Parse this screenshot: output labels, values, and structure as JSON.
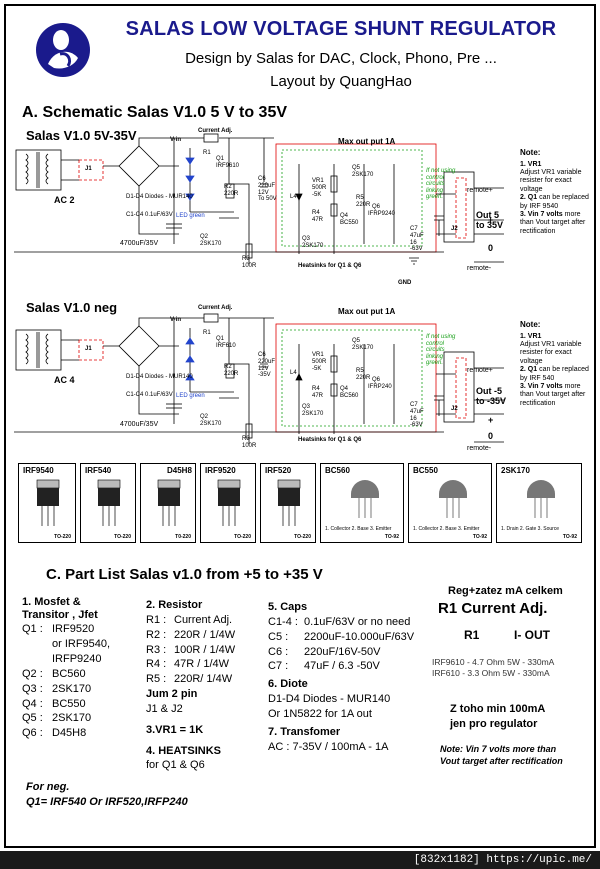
{
  "header": {
    "title": "SALAS LOW VOLTAGE SHUNT REGULATOR",
    "subtitle1": "Design by Salas for DAC, Clock, Phono, Pre ...",
    "subtitle2": "Layout by QuangHao"
  },
  "section_a": {
    "title": "A. Schematic Salas V1.0 5 V to 35V",
    "pos": {
      "name": "Salas V1.0 5V-35V",
      "ac": "AC 2",
      "max_out": "Max out put 1A",
      "q1": "IRF9610",
      "c6": "220uF\n12V\nTo 50V",
      "vr1": "500R\n-5K",
      "c7": "47uF\n16\n-63V",
      "q4": "BC550",
      "q6": "IFRP9240",
      "out": "Out 5\nto 35V",
      "remote_plus": "remote+",
      "remote_minus": "remote-",
      "zero": "0",
      "plus": "+",
      "cap_main": "4700uF/35V",
      "green_note": "If not using\ncontrol\ncircuits\nlinking\ngreen."
    },
    "neg": {
      "name": "Salas V1.0 neg",
      "ac": "AC 4",
      "max_out": "Max out put 1A",
      "q1": "IRF610",
      "c6": "220uF\n12V\n-35V",
      "vr1": "500R\n-5K",
      "c7": "47uF\n16\n-63V",
      "q4": "BC560",
      "q6": "IFRP240",
      "out": "Out -5\nto -35V",
      "remote_plus": "remote+",
      "remote_minus": "remote-",
      "zero": "0",
      "plus": "+",
      "cap_main": "4700uF/35V",
      "green_note": "If not using\ncontrol\ncircuits\nlinking\ngreen."
    },
    "common": {
      "vin": "V-in",
      "current_adj": "Current Adj.",
      "r1": "R1",
      "q1": "Q1",
      "r2": "R2",
      "r2v": "220R",
      "r3": "R3",
      "r3v": "100R",
      "r4": "R4",
      "r4v": "47R",
      "r5": "R5",
      "r5v": "220R",
      "q2": "Q2",
      "q2v": "2SK170",
      "q3": "Q3",
      "q3v": "2SK170",
      "q5": "Q5",
      "q5v": "2SK170",
      "q4": "Q4",
      "q6": "Q6",
      "l4": "L4",
      "vr1": "VR1",
      "c6": "C6",
      "c7": "C7",
      "j1": "J1",
      "j2": "J2",
      "led": "LED green",
      "diodes": "D1-D4\nDiodes - MUR140",
      "c14": "C1-C4\n0.1uF/63V",
      "heatsinks": "Heatsinks for Q1 & Q6",
      "gnd": "GND"
    },
    "notes_pos": {
      "title": "Note:",
      "n1_h": "1. VR1",
      "n1": "Adjust VR1 variable resister for exact voltage",
      "n2_h": "2. Q1",
      "n2": "can be replaced by IRF 9540",
      "n3_h": "3. Vin 7 volts",
      "n3": "more than Vout target after rectification"
    },
    "notes_neg": {
      "title": "Note:",
      "n1_h": "1. VR1",
      "n1": "Adjust VR1 variable resister for exact voltage",
      "n2_h": "2. Q1",
      "n2": "can be replaced by IRF 540",
      "n3_h": "3. Vin 7 volts",
      "n3": "more than Vout target after rectification"
    }
  },
  "packages": [
    {
      "name": "IRF9540",
      "pkg": "TO-220"
    },
    {
      "name": "IRF540",
      "pkg": "TO-220"
    },
    {
      "name": "D45H8",
      "pkg": "T0-220"
    },
    {
      "name": "IRF9520",
      "pkg": "TO-220"
    },
    {
      "name": "IRF520",
      "pkg": "TO-220"
    },
    {
      "name": "BC560",
      "pkg": "TO-92",
      "pins": "1. Collector  2. Base  3. Emitter"
    },
    {
      "name": "BC550",
      "pkg": "TO-92",
      "pins": "1. Collector  2. Base  3. Emitter"
    },
    {
      "name": "2SK170",
      "pkg": "TO-92",
      "pins": "1. Drain  2. Gate  3. Source"
    }
  ],
  "section_c": {
    "title": "C. Part List  Salas v1.0 from +5 to +35 V",
    "col1_h": "1. Mosfet &\nTransitor , Jfet",
    "col1": [
      {
        "k": "Q1 :",
        "v": "IRF9520"
      },
      {
        "k": "",
        "v": "or IRF9540,"
      },
      {
        "k": "",
        "v": "IRFP9240"
      },
      {
        "k": "Q2 :",
        "v": "BC560"
      },
      {
        "k": "Q3 :",
        "v": "2SK170"
      },
      {
        "k": "Q4 :",
        "v": "BC550"
      },
      {
        "k": "Q5 :",
        "v": "2SK170"
      },
      {
        "k": "Q6 :",
        "v": "D45H8"
      }
    ],
    "col2_h": "2. Resistor",
    "col2": [
      {
        "k": "R1 :",
        "v": "Current Adj."
      },
      {
        "k": "R2 :",
        "v": "220R / 1/4W"
      },
      {
        "k": "R3 :",
        "v": "100R / 1/4W"
      },
      {
        "k": "R4 :",
        "v": "47R / 1/4W"
      },
      {
        "k": "R5 :",
        "v": "220R/ 1/4W"
      }
    ],
    "jum_h": "Jum 2 pin",
    "jum": "J1 & J2",
    "vr_h": "3.VR1 = 1K",
    "hs_h": "4. HEATSINKS",
    "hs": "for Q1 & Q6",
    "caps_h": "5. Caps",
    "caps": [
      {
        "k": "C1-4 :",
        "v": "0.1uF/63V or no need"
      },
      {
        "k": "C5 :",
        "v": "2200uF-10.000uF/63V"
      },
      {
        "k": "C6 :",
        "v": "220uF/16V-50V"
      },
      {
        "k": "C7 :",
        "v": "47uF / 6.3 -50V"
      }
    ],
    "diode_h": "6. Diote",
    "diode1": "D1-D4 Diodes - MUR140",
    "diode2": "Or 1N5822 for 1A out",
    "tf_h": "7. Transfomer",
    "tf": "AC : 7-35V / 100mA - 1A",
    "neg_h": "For neg.",
    "neg": "Q1= IRF540 Or IRF520,IRFP240"
  },
  "r1_panel": {
    "top": "Reg+zatez mA celkem",
    "title": "R1 Current Adj.",
    "col1": "R1",
    "col2": "I- OUT",
    "row1": "IRF9610 - 4.7 Ohm 5W - 330mA",
    "row2": "IRF610 - 3.3 Ohm 5W - 330mA",
    "z1": "Z toho min 100mA",
    "z2": "jen pro regulator",
    "note": "Note: Vin 7 volts more than\nVout target after rectification"
  },
  "footer": "[832x1182] https://upic.me/",
  "colors": {
    "title_blue": "#1a1a8c",
    "wire_red": "#e00000",
    "wire_green": "#1aa01a",
    "led_blue": "#2244cc"
  }
}
